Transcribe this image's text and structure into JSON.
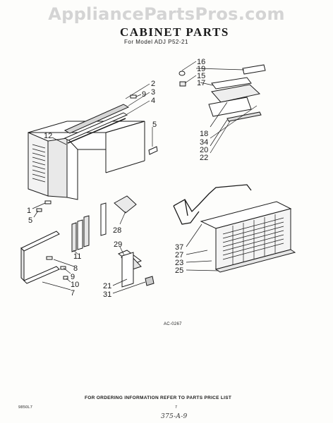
{
  "watermark": "AppliancePartsPros.com",
  "title": "CABINET PARTS",
  "model_line": "For Model ADJ P52-21",
  "diagram_code": "AC-0267",
  "footer_note": "FOR ORDERING INFORMATION REFER TO PARTS PRICE LIST",
  "left_code": "9850L7",
  "page_number": "7",
  "handwritten": "375-A-9",
  "callouts": [
    {
      "id": "c2",
      "label": "2"
    },
    {
      "id": "c3",
      "label": "3"
    },
    {
      "id": "c9a",
      "label": "9"
    },
    {
      "id": "c4",
      "label": "4"
    },
    {
      "id": "c12",
      "label": "12"
    },
    {
      "id": "c5a",
      "label": "5"
    },
    {
      "id": "c1",
      "label": "1"
    },
    {
      "id": "c5b",
      "label": "5"
    },
    {
      "id": "c28",
      "label": "28"
    },
    {
      "id": "c11",
      "label": "11"
    },
    {
      "id": "c8",
      "label": "8"
    },
    {
      "id": "c9b",
      "label": "9"
    },
    {
      "id": "c10",
      "label": "10"
    },
    {
      "id": "c7",
      "label": "7"
    },
    {
      "id": "c29",
      "label": "29"
    },
    {
      "id": "c21",
      "label": "21"
    },
    {
      "id": "c31",
      "label": "31"
    },
    {
      "id": "c16",
      "label": "16"
    },
    {
      "id": "c19",
      "label": "19"
    },
    {
      "id": "c15",
      "label": "15"
    },
    {
      "id": "c17",
      "label": "17"
    },
    {
      "id": "c18",
      "label": "18"
    },
    {
      "id": "c34",
      "label": "34"
    },
    {
      "id": "c20",
      "label": "20"
    },
    {
      "id": "c22",
      "label": "22"
    },
    {
      "id": "c37",
      "label": "37"
    },
    {
      "id": "c27",
      "label": "27"
    },
    {
      "id": "c23",
      "label": "23"
    },
    {
      "id": "c25",
      "label": "25"
    }
  ]
}
